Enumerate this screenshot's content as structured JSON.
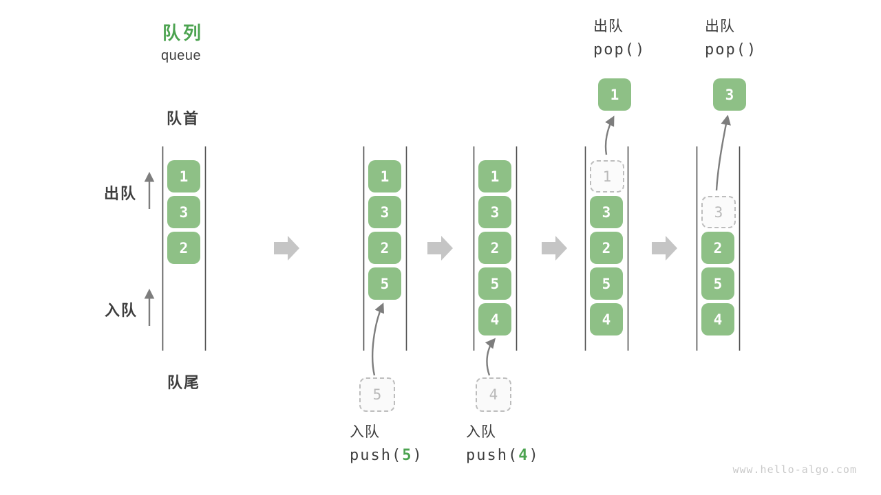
{
  "title": {
    "zh": "队列",
    "en": "queue"
  },
  "side_labels": {
    "front": "队首",
    "rear": "队尾",
    "dequeue": "出队",
    "enqueue": "入队"
  },
  "queues": [
    {
      "cells": [
        {
          "v": "1"
        },
        {
          "v": "3"
        },
        {
          "v": "2"
        }
      ]
    },
    {
      "cells": [
        {
          "v": "1"
        },
        {
          "v": "3"
        },
        {
          "v": "2"
        },
        {
          "v": "5"
        }
      ],
      "pending": {
        "v": "5"
      },
      "annotation": {
        "label": "入队",
        "code_pre": "push(",
        "arg": "5",
        "code_post": ")"
      }
    },
    {
      "cells": [
        {
          "v": "1"
        },
        {
          "v": "3"
        },
        {
          "v": "2"
        },
        {
          "v": "5"
        },
        {
          "v": "4"
        }
      ],
      "pending": {
        "v": "4"
      },
      "annotation": {
        "label": "入队",
        "code_pre": "push(",
        "arg": "4",
        "code_post": ")"
      }
    },
    {
      "cells": [
        {
          "v": "1",
          "ghost": true
        },
        {
          "v": "3"
        },
        {
          "v": "2"
        },
        {
          "v": "5"
        },
        {
          "v": "4"
        }
      ],
      "popped": {
        "v": "1"
      },
      "annotation": {
        "label": "出队",
        "code": "pop()"
      }
    },
    {
      "cells": [
        {
          "v": "3",
          "ghost": true
        },
        {
          "v": "2"
        },
        {
          "v": "5"
        },
        {
          "v": "4"
        }
      ],
      "popped": {
        "v": "3"
      },
      "annotation": {
        "label": "出队",
        "code": "pop()"
      }
    }
  ],
  "watermark": "www.hello-algo.com",
  "colors": {
    "box_green": "#8EC086",
    "accent_green": "#4CA350",
    "label_dark": "#3E3E3E",
    "ghost_gray": "#B9B9B9",
    "flow_arrow_gray": "#C5C5C5",
    "wall_gray": "#4E4E4E",
    "arrow_gray": "#7D7D7D"
  }
}
